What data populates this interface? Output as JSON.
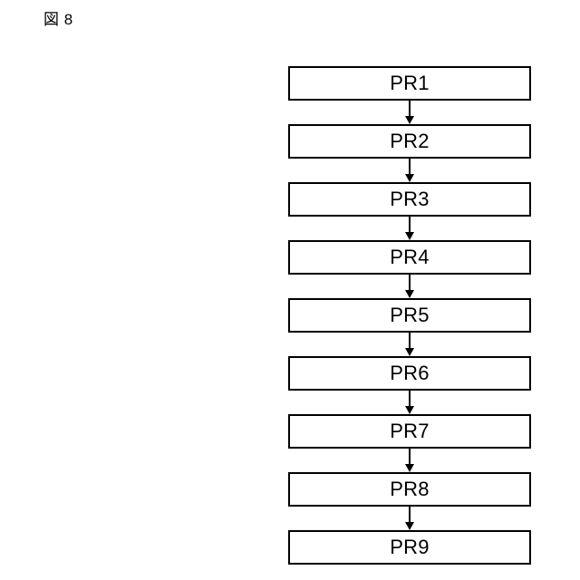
{
  "figure": {
    "label": "図 8"
  },
  "colors": {
    "background": "#ffffff",
    "stroke": "#000000",
    "text": "#000000"
  },
  "flowchart": {
    "orientation": "vertical",
    "steps": [
      {
        "label": "PR1"
      },
      {
        "label": "PR2"
      },
      {
        "label": "PR3"
      },
      {
        "label": "PR4"
      },
      {
        "label": "PR5"
      },
      {
        "label": "PR6"
      },
      {
        "label": "PR7"
      },
      {
        "label": "PR8"
      },
      {
        "label": "PR9"
      }
    ],
    "connector": {
      "type": "arrow",
      "direction": "down"
    }
  }
}
